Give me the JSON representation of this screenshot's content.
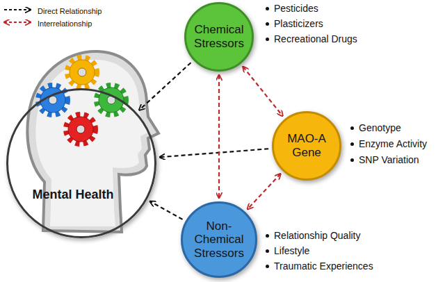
{
  "diagram": {
    "nodes": [
      {
        "text": [
          "Chemical Stressors"
        ]
      },
      {
        "text": [
          "Mental Health"
        ]
      },
      {
        "text": [
          "MAO-A Gene"
        ]
      },
      {
        "text": [
          "Non-Chemical Stressors"
        ]
      }
    ],
    "edges": [
      {
        "from": 0,
        "to": 1,
        "arrow": "to"
      },
      {
        "from": 2,
        "to": 1,
        "arrow": "to"
      },
      {
        "from": 3,
        "to": 1,
        "arrow": "to"
      },
      {
        "from": 0,
        "to": 2,
        "arrow": "both"
      },
      {
        "from": 0,
        "to": 3,
        "arrow": "both"
      },
      {
        "from": 2,
        "to": 3,
        "arrow": "both"
      }
    ],
    "labels": [
      "Pesticides",
      "Plasticizers",
      "Recreational Drugs",
      "Genotype",
      "Enzyme Activity",
      "SNP Variation",
      "Relationship Quality",
      "Lifestyle",
      "Traumatic Experiences"
    ],
    "legend": [
      {
        "text": "Direct Relationship"
      },
      {
        "text": "Interrelationship"
      }
    ]
  }
}
